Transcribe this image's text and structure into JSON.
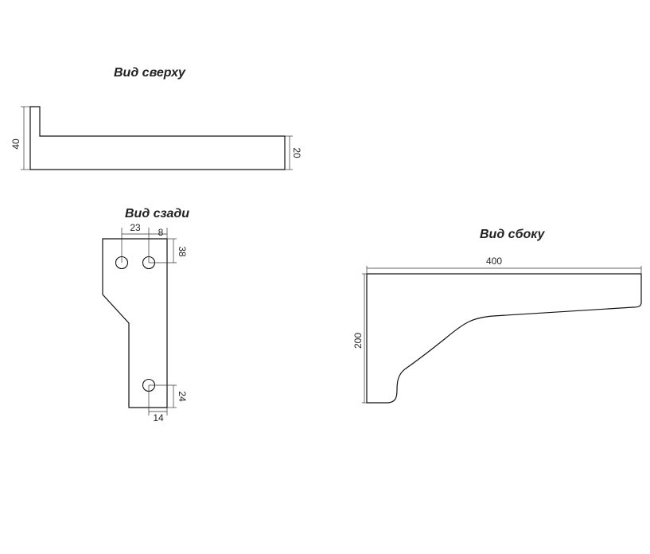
{
  "views": {
    "top": {
      "title": "Вид сверху",
      "dim_width": "40",
      "dim_depth": "20"
    },
    "back": {
      "title": "Вид сзади",
      "dim_a": "23",
      "dim_b": "8",
      "dim_c": "38",
      "dim_d": "24",
      "dim_e": "14"
    },
    "side": {
      "title": "Вид сбоку",
      "dim_length": "400",
      "dim_height": "200"
    }
  }
}
